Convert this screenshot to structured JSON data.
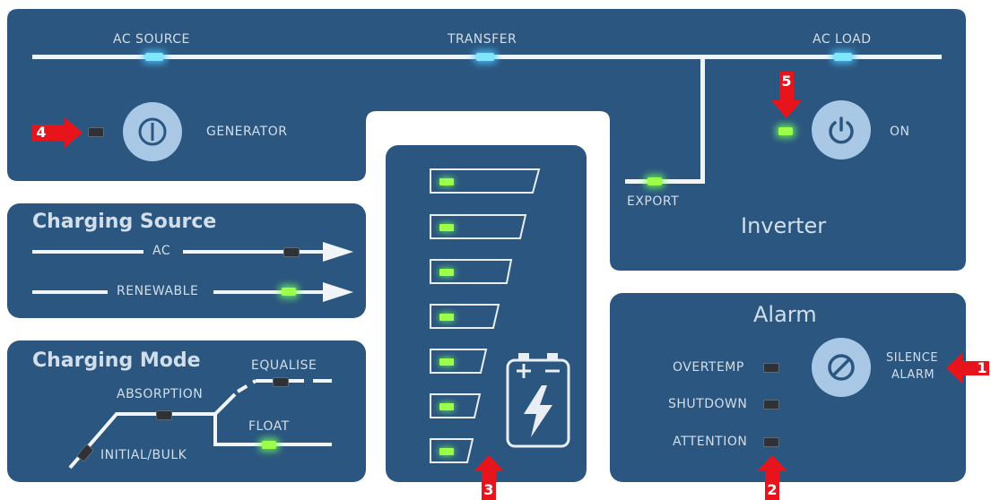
{
  "top": {
    "ac_source_label": "AC SOURCE",
    "transfer_label": "TRANSFER",
    "ac_load_label": "AC LOAD",
    "generator_label": "GENERATOR",
    "export_label": "EXPORT",
    "inverter_title": "Inverter",
    "on_label": "ON"
  },
  "charging_source": {
    "title": "Charging Source",
    "ac_label": "AC",
    "renewable_label": "RENEWABLE"
  },
  "charging_mode": {
    "title": "Charging Mode",
    "equalise_label": "EQUALISE",
    "absorption_label": "ABSORPTION",
    "float_label": "FLOAT",
    "initial_bulk_label": "INITIAL/BULK"
  },
  "battery": {
    "bars_lit": 7,
    "bars_total": 7,
    "plus": "+",
    "minus": "−"
  },
  "alarm": {
    "title": "Alarm",
    "overtemp_label": "OVERTEMP",
    "shutdown_label": "SHUTDOWN",
    "attention_label": "ATTENTION",
    "silence_line1": "SILENCE",
    "silence_line2": "ALARM"
  },
  "markers": [
    "1",
    "2",
    "3",
    "4",
    "5"
  ],
  "colors": {
    "panel": "#2b5680",
    "led_green": "#9cff4a",
    "led_blue": "#7fe6ff",
    "led_off": "#2e3236",
    "button": "#a9c8e6",
    "marker": "#e8141c"
  },
  "icons": [
    "power-icon",
    "power-icon",
    "no-entry-icon",
    "battery-bolt-icon",
    "arrow-icon"
  ]
}
